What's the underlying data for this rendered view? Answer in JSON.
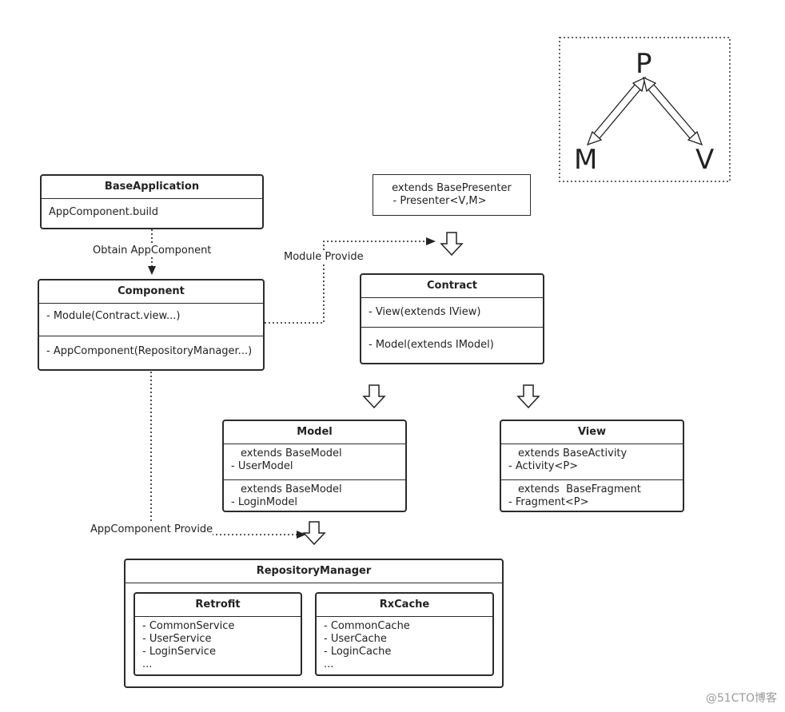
{
  "mvp": {
    "p": "P",
    "m": "M",
    "v": "V"
  },
  "presenter_box": {
    "line1": "extends BasePresenter",
    "line2": "- Presenter<V,M>"
  },
  "base_application": {
    "title": "BaseApplication",
    "row1": "AppComponent.build"
  },
  "component": {
    "title": "Component",
    "row1": "- Module(Contract.view...)",
    "row2": "- AppComponent(RepositoryManager...)"
  },
  "contract": {
    "title": "Contract",
    "row1": "- View(extends IView)",
    "row2": "- Model(extends IModel)"
  },
  "model": {
    "title": "Model",
    "sec1_line1": "extends BaseModel",
    "sec1_line2": "- UserModel",
    "sec2_line1": "extends BaseModel",
    "sec2_line2": "- LoginModel"
  },
  "view": {
    "title": "View",
    "sec1_line1": "extends BaseActivity",
    "sec1_line2": "- Activity<P>",
    "sec2_line1": "extends  BaseFragment",
    "sec2_line2": "- Fragment<P>"
  },
  "repository_manager": {
    "title": "RepositoryManager",
    "retrofit": {
      "title": "Retrofit",
      "items": [
        "- CommonService",
        "- UserService",
        "- LoginService",
        "..."
      ]
    },
    "rxcache": {
      "title": "RxCache",
      "items": [
        "- CommonCache",
        "- UserCache",
        "- LoginCache",
        "..."
      ]
    }
  },
  "labels": {
    "obtain": "Obtain AppComponent",
    "module_provide": "Module Provide",
    "app_component_provide": "AppComponent Provide"
  },
  "watermark": "@51CTO博客"
}
